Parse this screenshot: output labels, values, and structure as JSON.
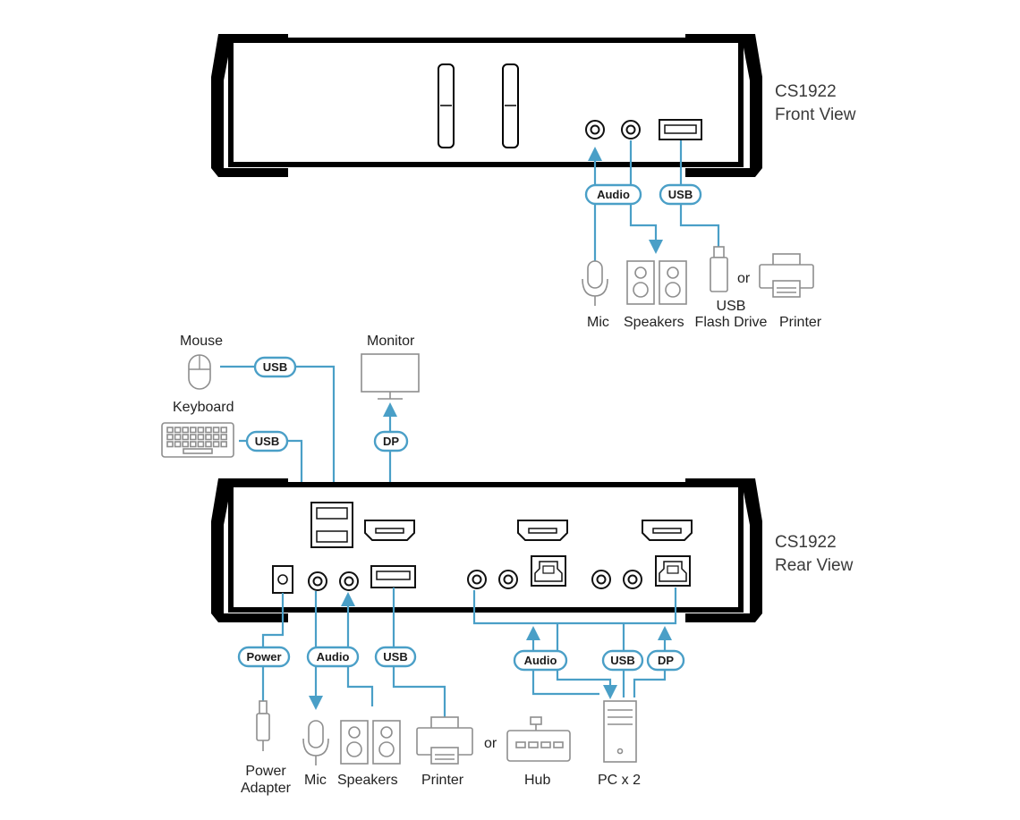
{
  "front_title": {
    "model": "CS1922",
    "view": "Front View"
  },
  "rear_title": {
    "model": "CS1922",
    "view": "Rear View"
  },
  "badges": {
    "audio": "Audio",
    "usb": "USB",
    "dp": "DP",
    "power": "Power"
  },
  "front_devices": {
    "mic": "Mic",
    "speakers": "Speakers",
    "flash_drive_line1": "USB",
    "flash_drive_line2": "Flash Drive",
    "or": "or",
    "printer": "Printer"
  },
  "rear_devices": {
    "mouse": "Mouse",
    "keyboard": "Keyboard",
    "monitor": "Monitor",
    "power_adapter_line1": "Power",
    "power_adapter_line2": "Adapter",
    "mic": "Mic",
    "speakers": "Speakers",
    "printer": "Printer",
    "or": "or",
    "hub": "Hub",
    "pc": "PC x 2"
  },
  "colors": {
    "cable": "#4a9fc7",
    "chassis": "#000000",
    "device_outline": "#8e8e8e"
  }
}
